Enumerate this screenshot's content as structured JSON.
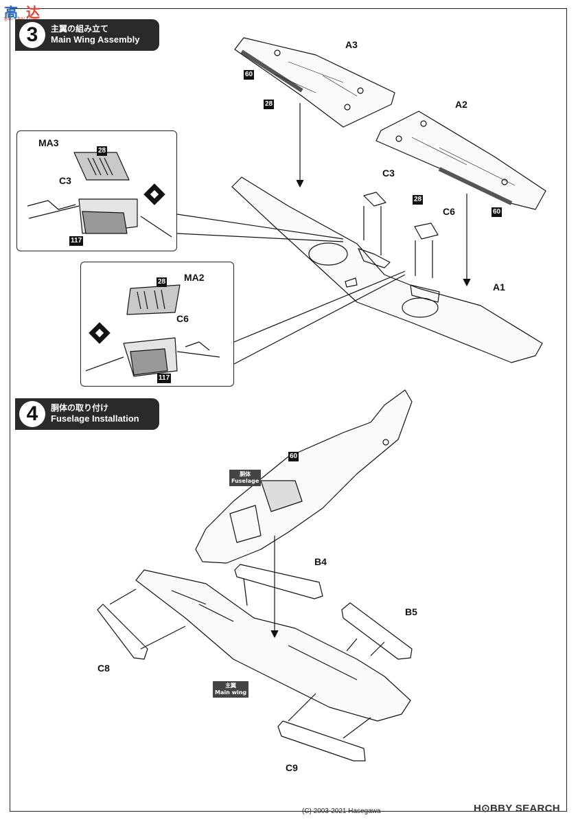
{
  "watermark": {
    "glyphs": [
      "高",
      "达"
    ],
    "site": "gao.zhai.com"
  },
  "steps": [
    {
      "number": "3",
      "title_jp": "主翼の組み立て",
      "title_en": "Main Wing Assembly"
    },
    {
      "number": "4",
      "title_jp": "胴体の取り付け",
      "title_en": "Fuselage Installation"
    }
  ],
  "part_labels": {
    "a3": "A3",
    "a2": "A2",
    "a1": "A1",
    "c3": "C3",
    "c6": "C6",
    "ma3": "MA3",
    "c3_detail": "C3",
    "ma2": "MA2",
    "c6_detail": "C6",
    "b4": "B4",
    "b5": "B5",
    "c8": "C8",
    "c9": "C9"
  },
  "color_badges": {
    "b60_a3": "60",
    "b28_a3": "28",
    "b28_a2": "28",
    "b60_a2": "60",
    "b28_ma3": "28",
    "b117_c3": "117",
    "b28_ma2": "28",
    "b117_c6": "117",
    "b60_fuse": "60"
  },
  "tags": {
    "fuselage_jp": "胴体",
    "fuselage_en": "Fuselage",
    "mainwing_jp": "主翼",
    "mainwing_en": "Main wing"
  },
  "footer": {
    "copyright": "(C) 2003-2021 Hasegawa",
    "brand": "H⊙BBY SEARCH"
  },
  "colors": {
    "header_bg": "#2a2a2a",
    "badge_bg": "#111111",
    "tag_bg": "#444444",
    "watermark_blue": "#2a68b8",
    "watermark_red": "#dd4433"
  }
}
